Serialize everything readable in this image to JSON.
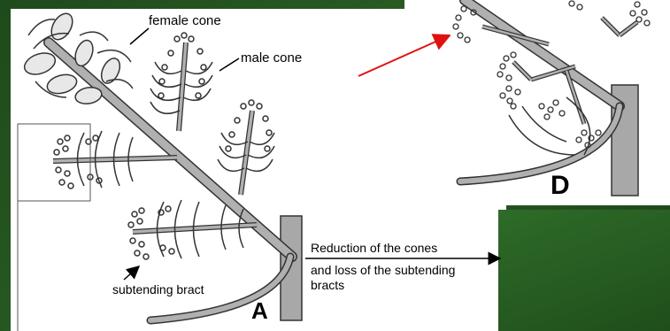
{
  "labels": {
    "female_cone": "female cone",
    "male_cone": "male cone",
    "subtending_bract": "subtending bract",
    "reduction_line1": "Reduction of the cones",
    "reduction_line2": "and loss of the subtending",
    "reduction_line3": "bracts",
    "panel_a": "A",
    "panel_d": "D"
  },
  "colors": {
    "stem": "#a8a8a8",
    "outline": "#333333",
    "arrow_red": "#e01010",
    "background_green": "#2a5e24"
  }
}
